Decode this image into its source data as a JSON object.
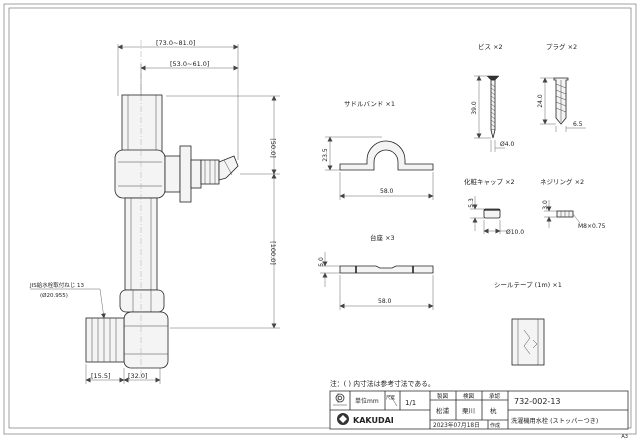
{
  "dimensions": {
    "width_range": "[73.0~81.0]",
    "inner_range": "[53.0~61.0]",
    "top_height": "[50.0]",
    "main_height": "[100.0]",
    "bottom_left": "[15.5]",
    "bottom_right": "[32.0]",
    "jis_label": "JIS給水栓取付ねじ 13",
    "jis_sub": "(Ø20.955)"
  },
  "parts": {
    "screw": {
      "label": "ビス  ×2",
      "len": "39.0",
      "dia": "Ø4.0"
    },
    "plug": {
      "label": "プラグ  ×2",
      "len": "24.0",
      "dia": "6.5"
    },
    "saddle_band": {
      "label": "サドルバンド  ×1",
      "height": "23.5",
      "width": "58.0"
    },
    "cap": {
      "label": "化粧キャップ  ×2",
      "height": "5.3",
      "dia": "Ø10.0"
    },
    "screw_ring": {
      "label": "ネジリング  ×2",
      "height": "3.0",
      "thread": "M8×0.75"
    },
    "base": {
      "label": "台座  ×3",
      "height": "5.0",
      "width": "58.0"
    },
    "seal_tape": {
      "label": "シールテープ (1m)  ×1"
    }
  },
  "note": "注：(   ) 内寸法は参考寸法である。",
  "title_block": {
    "unit_label": "単位mm",
    "scale_label": "尺度",
    "scale_value": "1/1",
    "col_design": "製図",
    "col_check": "検図",
    "col_approve": "承認",
    "name_design": "松浦",
    "name_check": "栗川",
    "name_approve": "杭",
    "logo_text": "KAKUDAI",
    "date": "2023年07月18日",
    "date_suffix": "作成",
    "part_number": "732-002-13",
    "product_name": "洗濯機用水栓 (ストッパーつき)",
    "sheet_size": "A3"
  }
}
